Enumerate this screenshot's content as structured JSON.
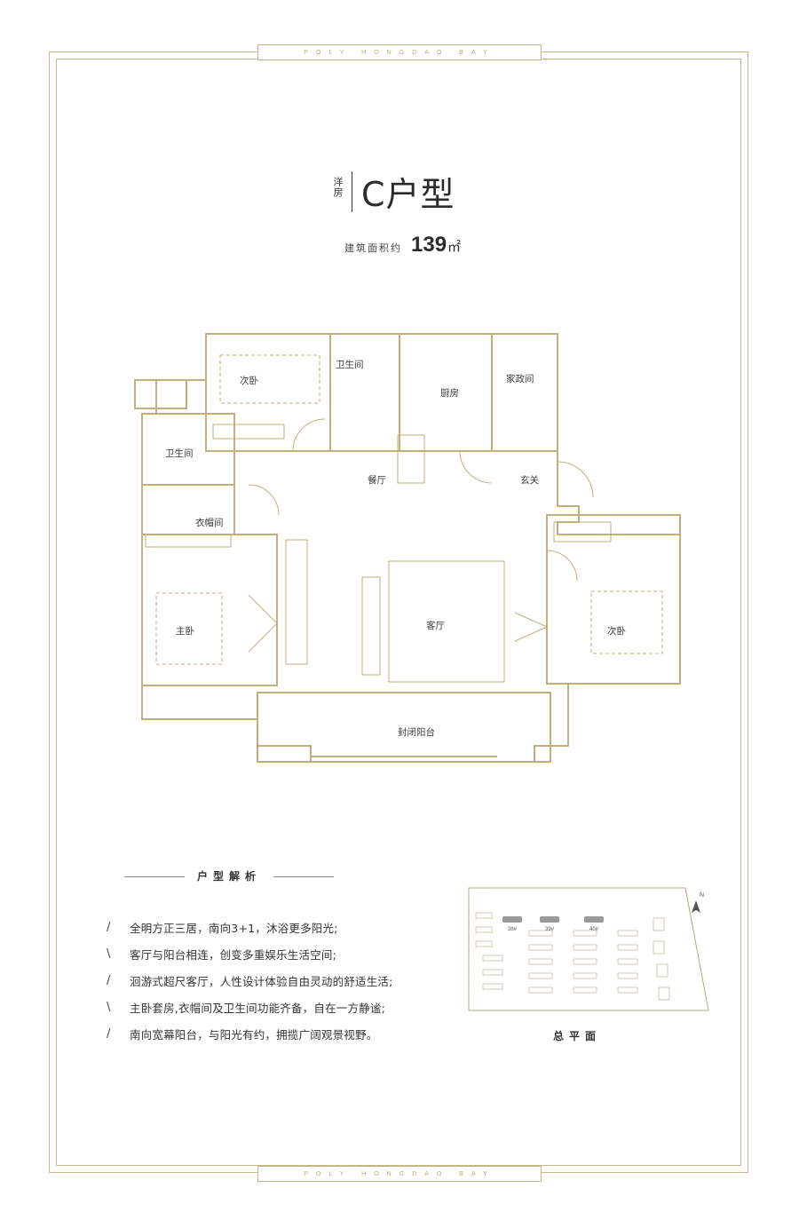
{
  "brand": {
    "tagline": "POLY HONGDAO BAY"
  },
  "header": {
    "type_label": "洋房",
    "unit_title": "C户型",
    "area_label": "建筑面积约",
    "area_value": "139",
    "area_unit": "㎡"
  },
  "rooms": {
    "bedroom_2": "次卧",
    "bathroom_upper": "卫生间",
    "kitchen": "厨房",
    "utility_room": "家政间",
    "bathroom_master": "卫生间",
    "dining": "餐厅",
    "entrance": "玄关",
    "cloakroom": "衣帽间",
    "master_bedroom": "主卧",
    "living_room": "客厅",
    "bedroom_3": "次卧",
    "balcony": "封闭阳台"
  },
  "analysis": {
    "title": "户型解析",
    "items": [
      {
        "mark": "/",
        "text": "全明方正三居，南向3+1，沐浴更多阳光;"
      },
      {
        "mark": "\\",
        "text": "客厅与阳台相连，创变多重娱乐生活空间;"
      },
      {
        "mark": "/",
        "text": "洄游式超尺客厅，人性设计体验自由灵动的舒适生活;"
      },
      {
        "mark": "\\",
        "text": "主卧套房,衣帽间及卫生间功能齐备，自在一方静谧;"
      },
      {
        "mark": "/",
        "text": "南向宽幕阳台，与阳光有约，拥揽广阔观景视野。"
      }
    ]
  },
  "site_plan": {
    "caption": "总平面",
    "north": "N",
    "buildings": [
      "38#",
      "39#",
      "40#"
    ]
  },
  "colors": {
    "gold": "#c2ad7c",
    "frame": "#c9b58a",
    "text": "#333333"
  }
}
